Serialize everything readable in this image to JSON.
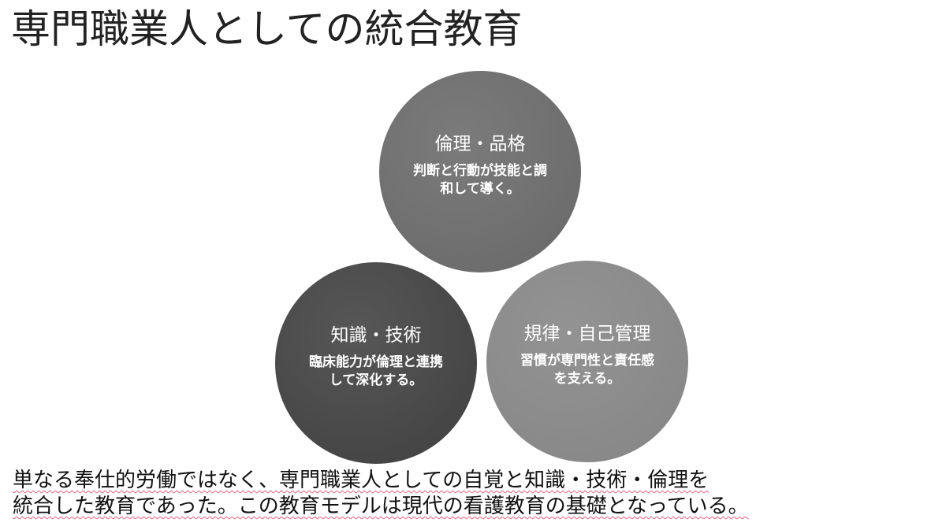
{
  "title": "専門職業人としての統合教育",
  "circles": {
    "ethics": {
      "heading": "倫理・品格",
      "text_line1": "判断と行動が技能と調",
      "text_line2": "和して導く。"
    },
    "knowledge": {
      "heading": "知識・技術",
      "text_line1": "臨床能力が倫理と連携",
      "text_line2": "して深化する。"
    },
    "discipline": {
      "heading": "規律・自己管理",
      "text_line1": "習慣が専門性と責任感",
      "text_line2": "を支える。"
    }
  },
  "conclusion": {
    "line1": "単なる奉仕的労働ではなく、専門職業人としての自覚と知識・技術・倫理を",
    "line2": "統合した教育であった。この教育モデルは現代の看護教育の基礎となっている。"
  },
  "colors": {
    "circle_ethics": "#6f6f6f",
    "circle_knowledge": "#4a4a4a",
    "circle_discipline": "#8c8c8c",
    "spellcheck_underline": "#e06080"
  }
}
